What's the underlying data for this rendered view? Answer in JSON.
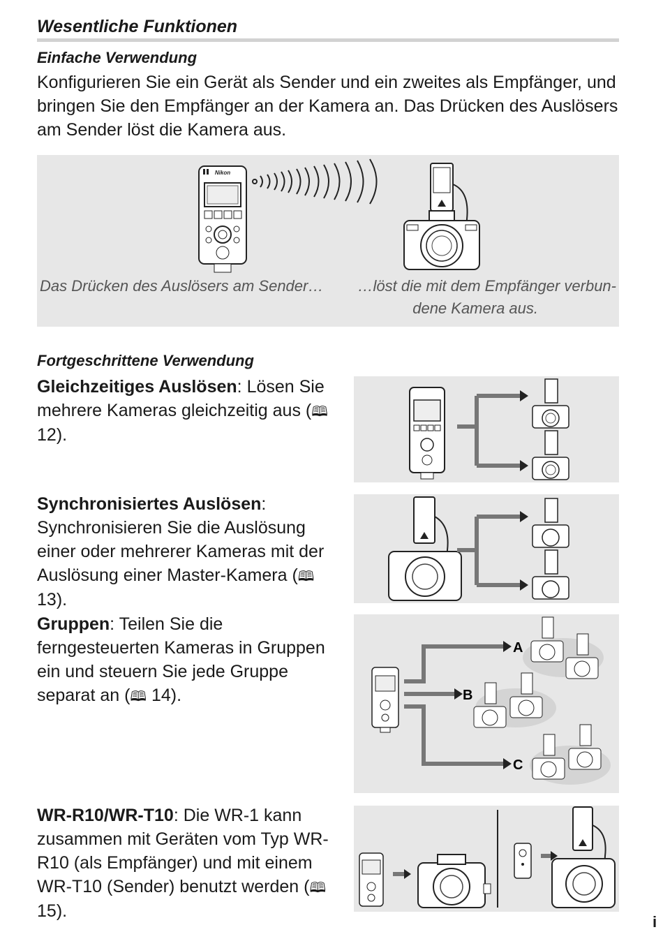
{
  "heading": "Wesentliche Funktionen",
  "simple": {
    "title": "Einfache Verwendung",
    "text": "Konfigurieren Sie ein Gerät als Sender und ein zweites als Empfänger, und bringen Sie den Empfänger an der Kamera an. Das Drücken des Auslösers am Sender löst die Kamera aus.",
    "caption_left": "Das Drücken des Auslösers am Sender…",
    "caption_right_1": "…löst die mit dem Empfänger verbun-",
    "caption_right_2": "dene Kamera aus.",
    "device_brand": "Nikon"
  },
  "advanced": {
    "title": "Fortgeschrittene Verwendung",
    "features": [
      {
        "term": "Gleichzeitiges Auslösen",
        "text": ": Lösen Sie mehrere Kameras gleichzeitig aus (",
        "ref": "12",
        "end": ")."
      },
      {
        "term": "Synchronisiertes Auslösen",
        "text": ": Synchronisieren Sie die Auslösung einer oder mehrerer Kameras mit der Auslösung einer Master-Kamera (",
        "ref": "13",
        "end": ")."
      },
      {
        "term": "Gruppen",
        "text": ": Teilen Sie die ferngesteuerten Kameras in Gruppen ein und steuern Sie jede Gruppe separat an (",
        "ref": "14",
        "end": ")."
      },
      {
        "term": "WR-R10/WR-T10",
        "text": ": Die WR-1 kann zusammen mit Geräten vom Typ WR-R10 (als Empfänger) und mit einem WR-T10 (Sender) benutzt werden (",
        "ref": "15",
        "end": ")."
      }
    ],
    "group_labels": [
      "A",
      "B",
      "C"
    ]
  },
  "book_icon": "book-icon",
  "page_number": "i"
}
